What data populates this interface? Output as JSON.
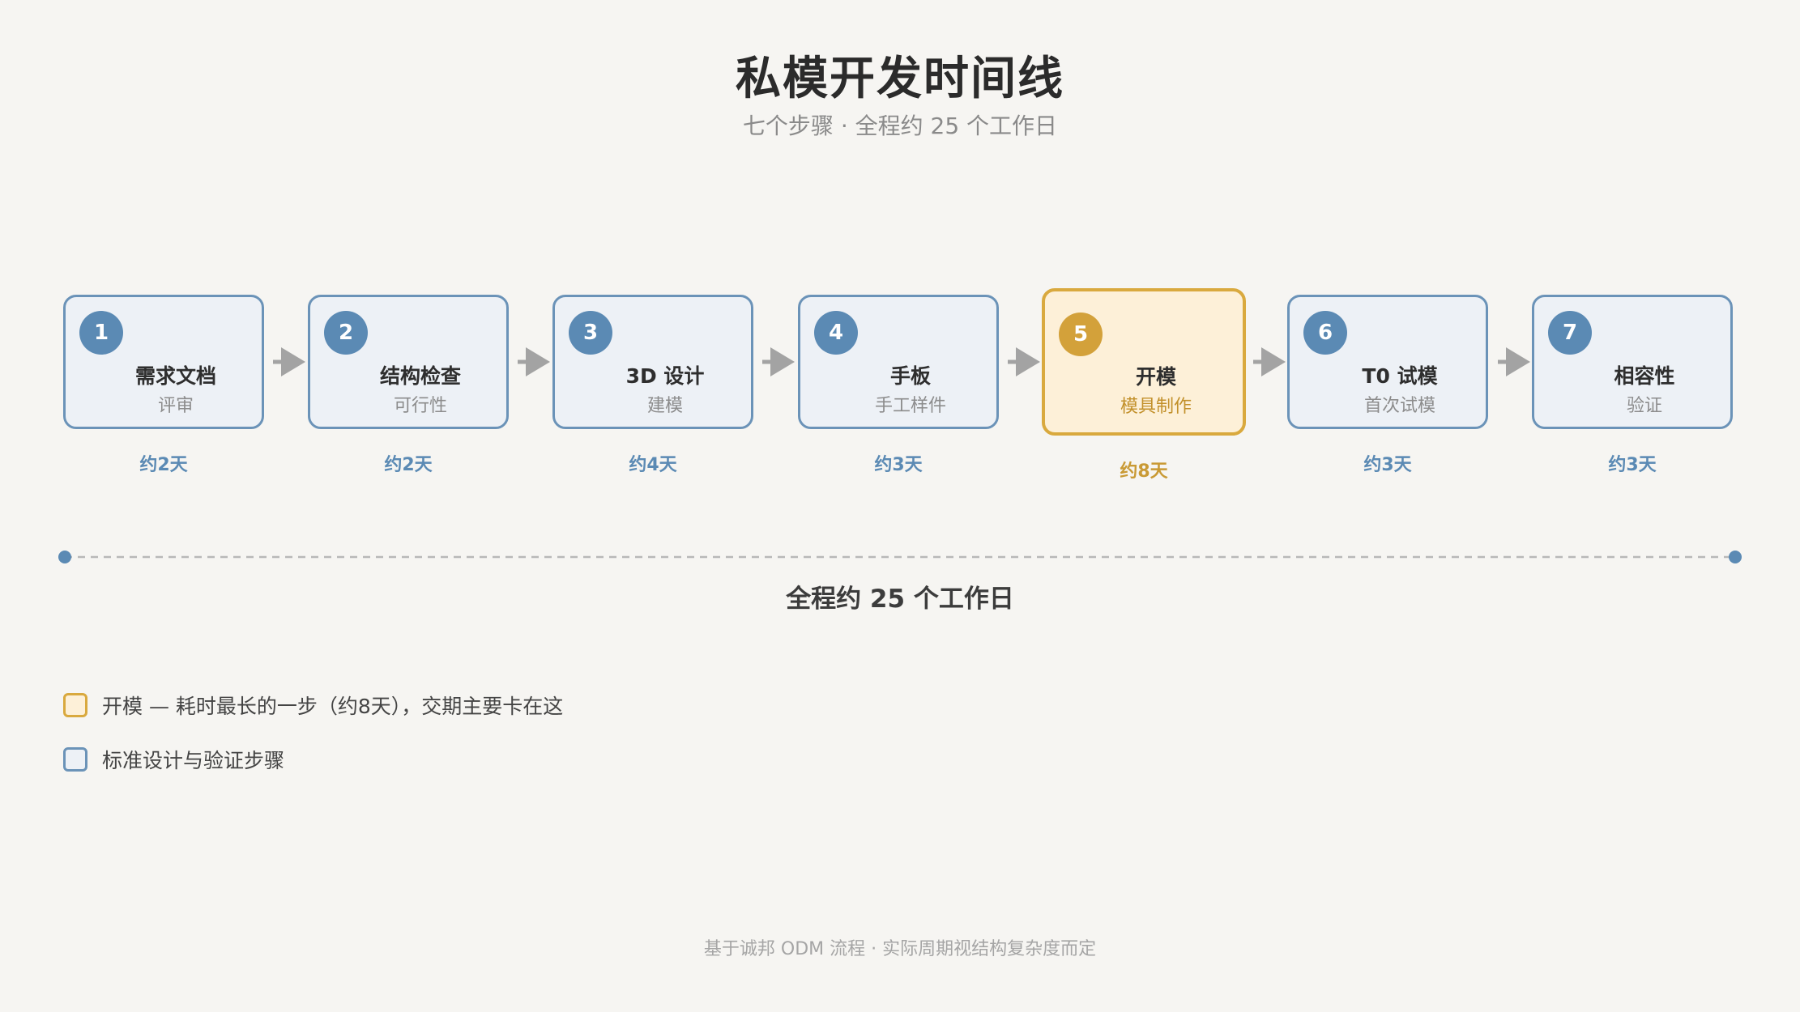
{
  "header": {
    "title": "私模开发时间线",
    "subtitle": "七个步骤 · 全程约 25 个工作日"
  },
  "steps": [
    {
      "number": "1",
      "title": "需求文档",
      "sub": "评审",
      "duration": "约2天",
      "days": 2,
      "highlight": false
    },
    {
      "number": "2",
      "title": "结构检查",
      "sub": "可行性",
      "duration": "约2天",
      "days": 2,
      "highlight": false
    },
    {
      "number": "3",
      "title": "3D 设计",
      "sub": "建模",
      "duration": "约4天",
      "days": 4,
      "highlight": false
    },
    {
      "number": "4",
      "title": "手板",
      "sub": "手工样件",
      "duration": "约3天",
      "days": 3,
      "highlight": false
    },
    {
      "number": "5",
      "title": "开模",
      "sub": "模具制作",
      "duration": "约8天",
      "days": 8,
      "highlight": true
    },
    {
      "number": "6",
      "title": "T0 试模",
      "sub": "首次试模",
      "duration": "约3天",
      "days": 3,
      "highlight": false
    },
    {
      "number": "7",
      "title": "相容性",
      "sub": "验证",
      "duration": "约3天",
      "days": 3,
      "highlight": false
    }
  ],
  "timeline": {
    "total_label": "全程约 25 个工作日"
  },
  "legend": {
    "highlight_text": "开模 — 耗时最长的一步（约8天），交期主要卡在这",
    "standard_text": "标准设计与验证步骤"
  },
  "footer": {
    "note": "基于诚邦 ODM 流程 · 实际周期视结构复杂度而定"
  },
  "colors": {
    "background": "#f6f5f2",
    "standard_border": "#6b93b8",
    "standard_fill": "#edf1f6",
    "badge": "#5b8ab4",
    "highlight_border": "#d9a93e",
    "highlight_fill": "#fdf0d8",
    "highlight_badge": "#d3a13a",
    "arrow": "#a3a3a3"
  }
}
